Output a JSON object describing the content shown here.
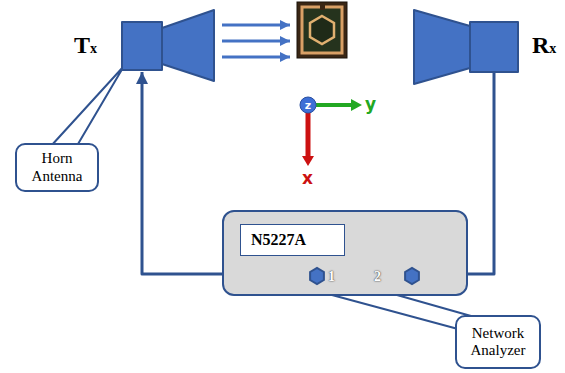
{
  "diagram": {
    "nodes": [
      {
        "text": [
          "Tx"
        ]
      },
      {
        "text": [
          "Rx"
        ]
      },
      {
        "text": [
          "Horn Antenna"
        ]
      },
      {
        "text": [
          "1",
          "2"
        ]
      },
      {
        "text": [
          "N5227A"
        ],
        "in": 3
      },
      {
        "text": [
          "Network Analyzer"
        ]
      }
    ],
    "edges": [
      {
        "from": 3,
        "to": 0,
        "arrow": "to"
      },
      {
        "from": 1,
        "to": 3,
        "arrow": "to"
      },
      {
        "from": 2,
        "to": 0,
        "arrow": "none"
      },
      {
        "from": 5,
        "to": 3,
        "arrow": "none"
      }
    ],
    "labels": [
      "z",
      "y",
      "x"
    ]
  }
}
